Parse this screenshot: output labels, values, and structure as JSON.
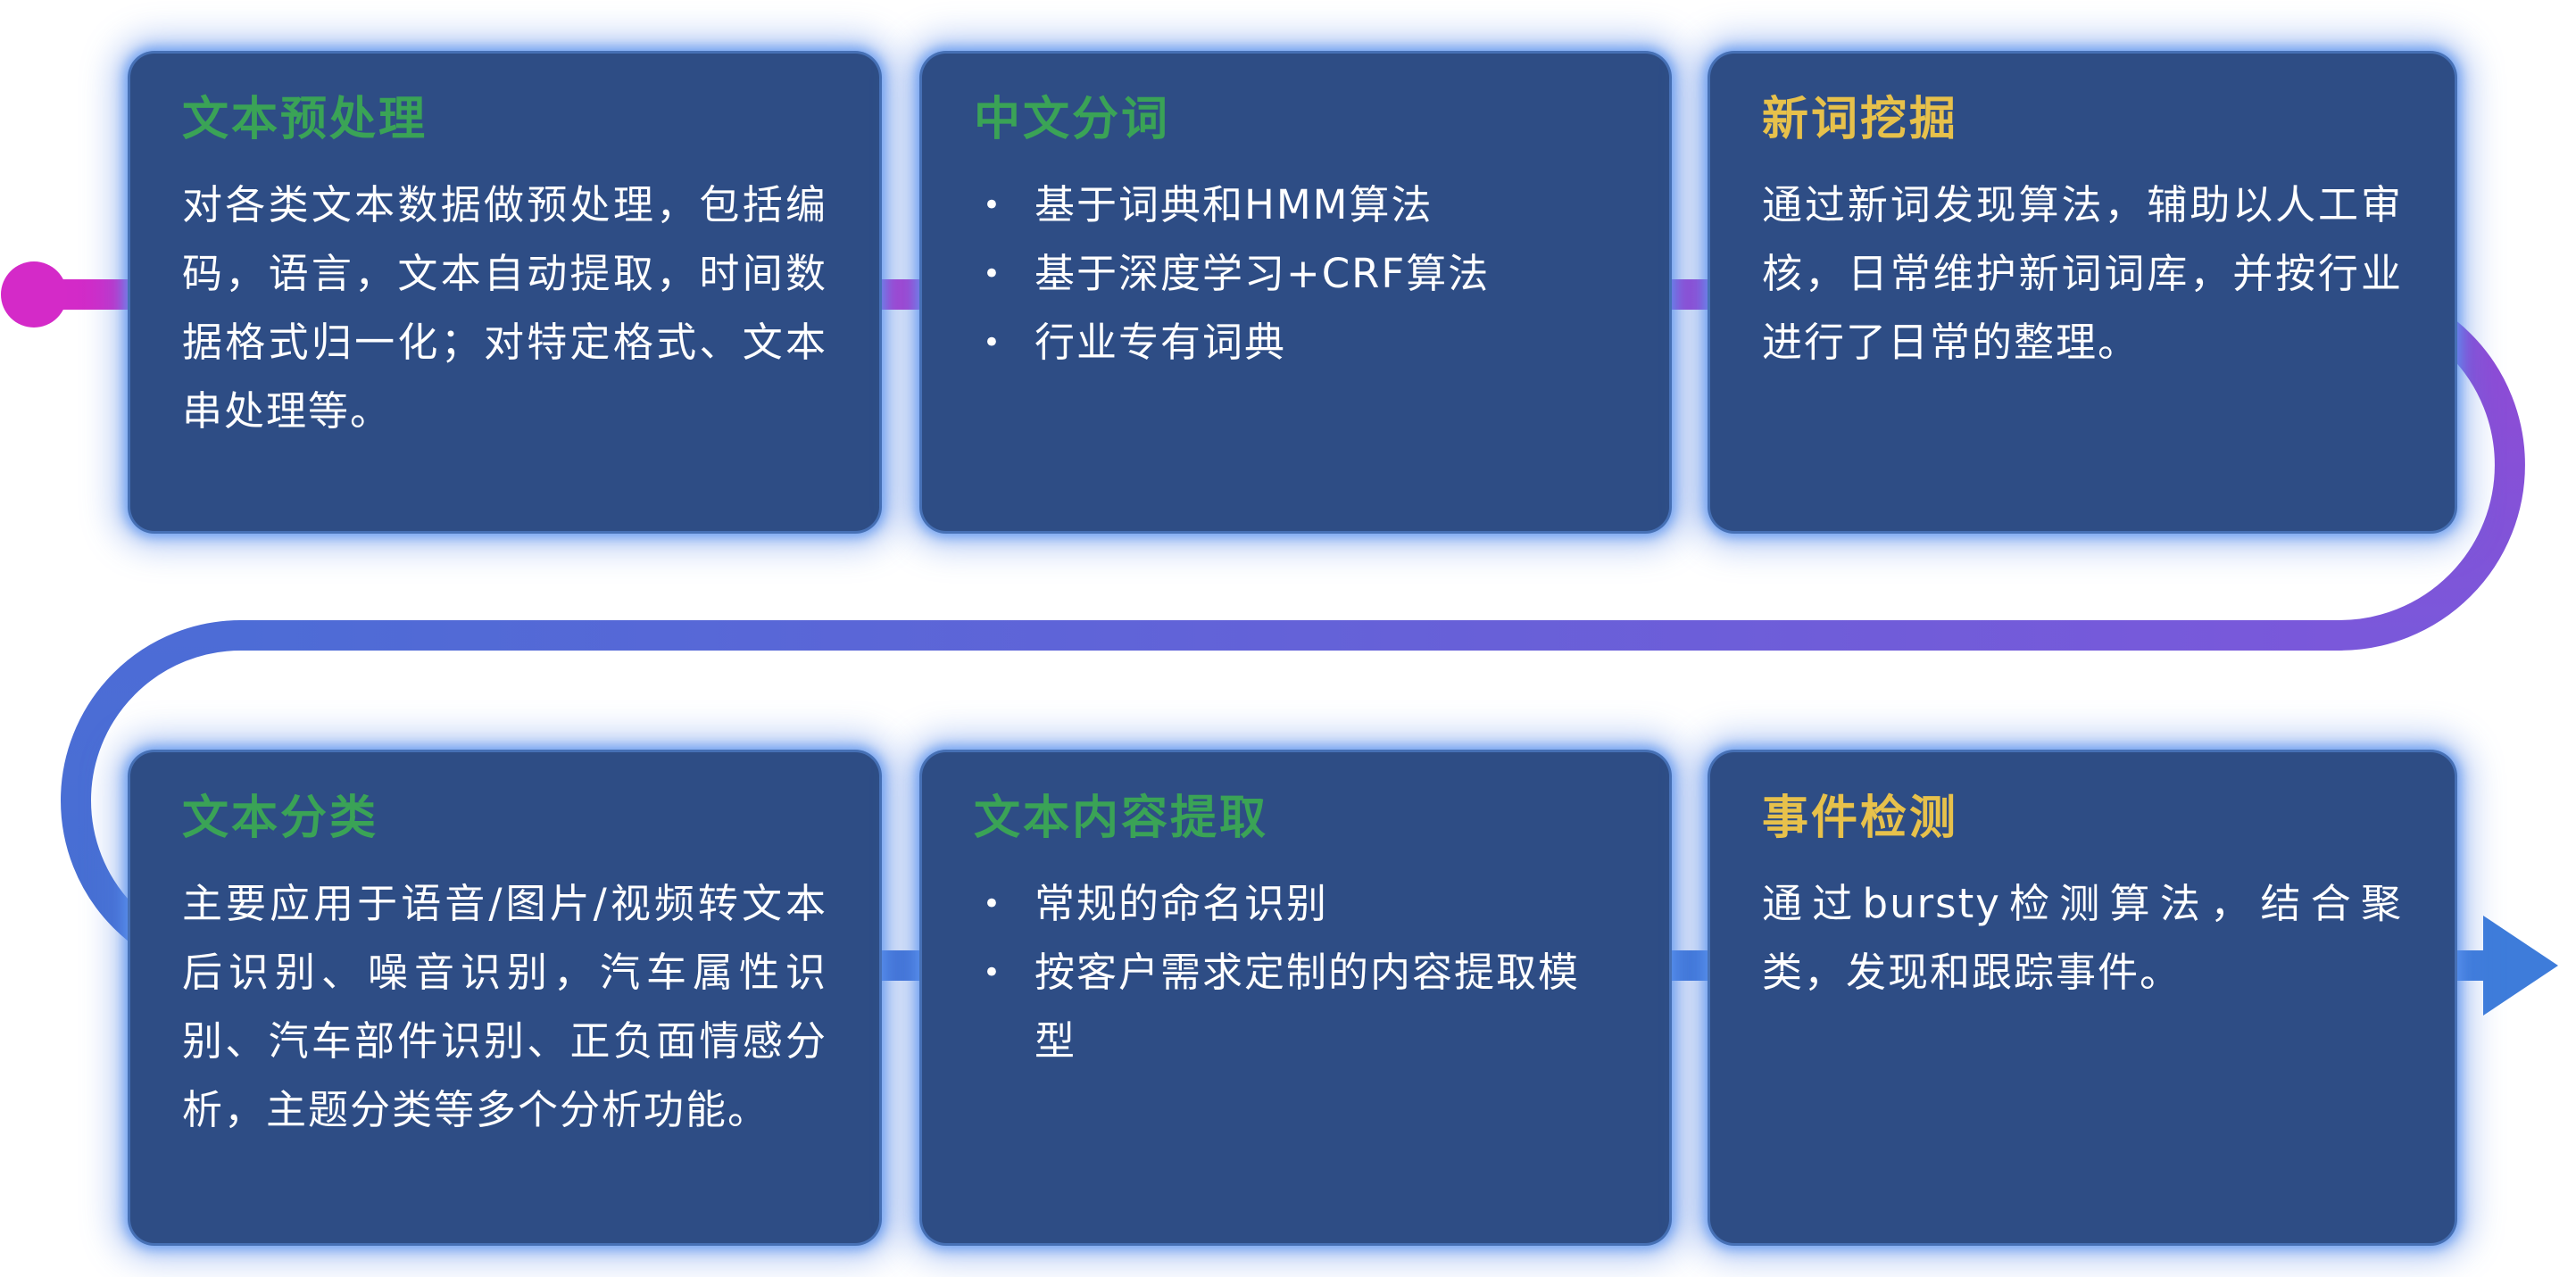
{
  "theme": {
    "card_bg": "#2e4d85",
    "title_green": "#3aa356",
    "title_yellow": "#e7c14b",
    "body_text": "#ffffff"
  },
  "flow": {
    "colors": {
      "magenta": "#d42ac8",
      "purple": "#9348d4",
      "violet": "#7a58da",
      "blue": "#4d6cd6",
      "blue_mid": "#4570d2",
      "blue_end": "#3e7cda"
    }
  },
  "cards": [
    {
      "title": "文本预处理",
      "title_color": "#3aa356",
      "body": "对各类文本数据做预处理，包括编码，语言，文本自动提取，时间数据格式归一化；对特定格式、文本串处理等。"
    },
    {
      "title": "中文分词",
      "title_color": "#3aa356",
      "bullets": [
        "基于词典和HMM算法",
        "基于深度学习+CRF算法",
        "行业专有词典"
      ]
    },
    {
      "title": "新词挖掘",
      "title_color": "#e7c14b",
      "body": "通过新词发现算法，辅助以人工审核，日常维护新词词库，并按行业进行了日常的整理。"
    },
    {
      "title": "文本分类",
      "title_color": "#3aa356",
      "body": "主要应用于语音/图片/视频转文本后识别、噪音识别，汽车属性识别、汽车部件识别、正负面情感分析，主题分类等多个分析功能。"
    },
    {
      "title": "文本内容提取",
      "title_color": "#3aa356",
      "bullets": [
        "常规的命名识别",
        "按客户需求定制的内容提取模型"
      ]
    },
    {
      "title": "事件检测",
      "title_color": "#e7c14b",
      "body": "通过bursty检测算法，结合聚类，发现和跟踪事件。"
    }
  ]
}
